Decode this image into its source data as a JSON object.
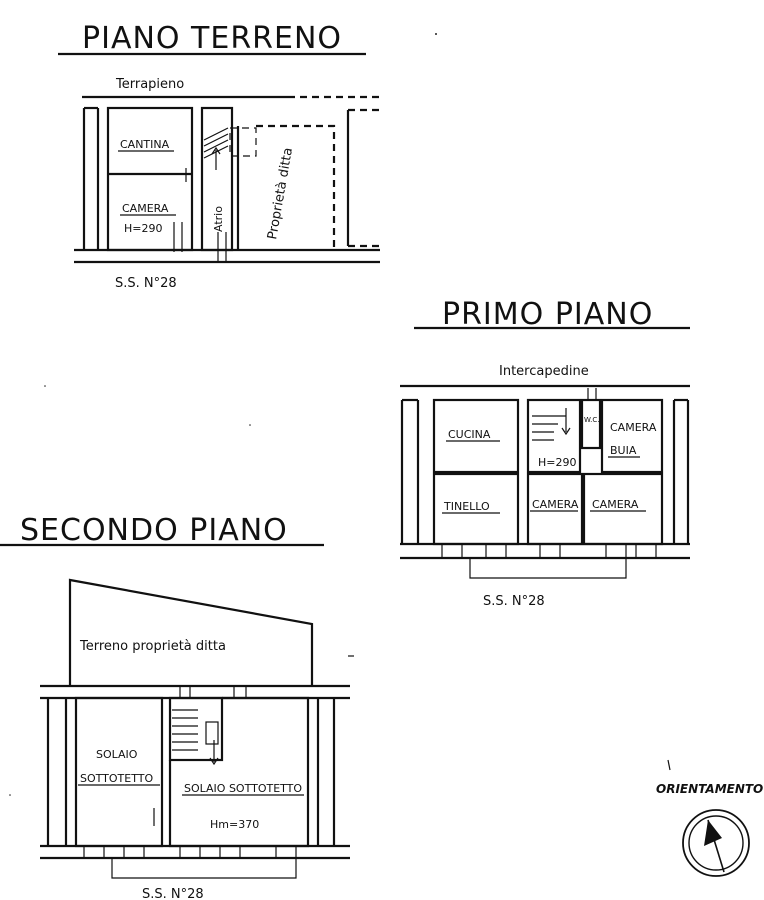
{
  "ground_floor": {
    "title": "PIANO TERRENO",
    "backfill_label": "Terrapieno",
    "rooms": {
      "cantina": "CANTINA",
      "camera": "CAMERA",
      "height": "H=290",
      "atrio": "Atrio",
      "property": "Proprietà ditta"
    },
    "road": "S.S. N°28"
  },
  "first_floor": {
    "title": "PRIMO PIANO",
    "cavity_label": "Intercapedine",
    "rooms": {
      "cucina": "CUCINA",
      "wc": "W.C.",
      "camera_buia_1": "CAMERA",
      "camera_buia_2": "BUIA",
      "height": "H=290",
      "tinello": "TINELLO",
      "camera_a": "CAMERA",
      "camera_b": "CAMERA"
    },
    "road": "S.S. N°28"
  },
  "second_floor": {
    "title": "SECONDO PIANO",
    "land_label": "Terreno proprietà ditta",
    "rooms": {
      "solaio_1": "SOLAIO",
      "solaio_2": "SOTTOTETTO",
      "solaio_right": "SOLAIO SOTTOTETTO",
      "height": "Hm=370"
    },
    "road": "S.S. N°28"
  },
  "orientation": {
    "label": "ORIENTAMENTO",
    "icon": "compass-north-arrow-icon"
  }
}
